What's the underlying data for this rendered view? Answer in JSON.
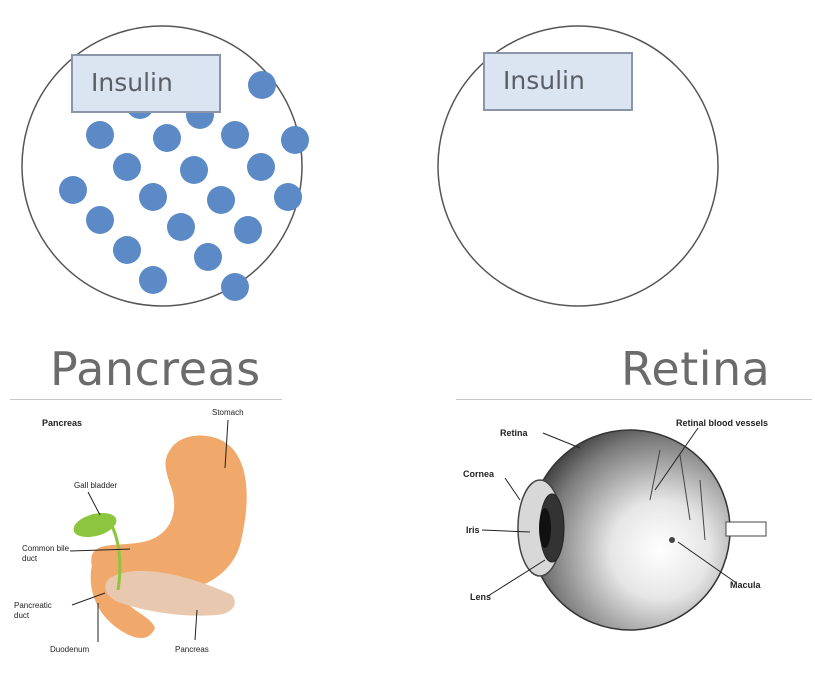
{
  "panels": {
    "left": {
      "box_label": "Insulin",
      "heading": "Pancreas",
      "dot_color": "#5b8ac6",
      "dot_count": 21
    },
    "right": {
      "box_label": "Insulin",
      "heading": "Retina",
      "dot_count": 0
    }
  },
  "pancreas_diagram": {
    "title": "Pancreas",
    "labels": {
      "stomach": "Stomach",
      "gallbladder": "Gall bladder",
      "common_bile_duct_1": "Common bile",
      "common_bile_duct_2": "duct",
      "pancreatic_duct_1": "Pancreatic",
      "pancreatic_duct_2": "duct",
      "duodenum": "Duodenum",
      "pancreas": "Pancreas"
    },
    "colors": {
      "stomach": "#f0a96a",
      "gallbladder": "#8cc63f",
      "pancreas": "#e8c9b0"
    }
  },
  "eye_diagram": {
    "labels": {
      "retina": "Retina",
      "retinal_vessels": "Retinal blood vessels",
      "cornea": "Cornea",
      "iris": "Iris",
      "lens": "Lens",
      "macula": "Macula"
    }
  }
}
